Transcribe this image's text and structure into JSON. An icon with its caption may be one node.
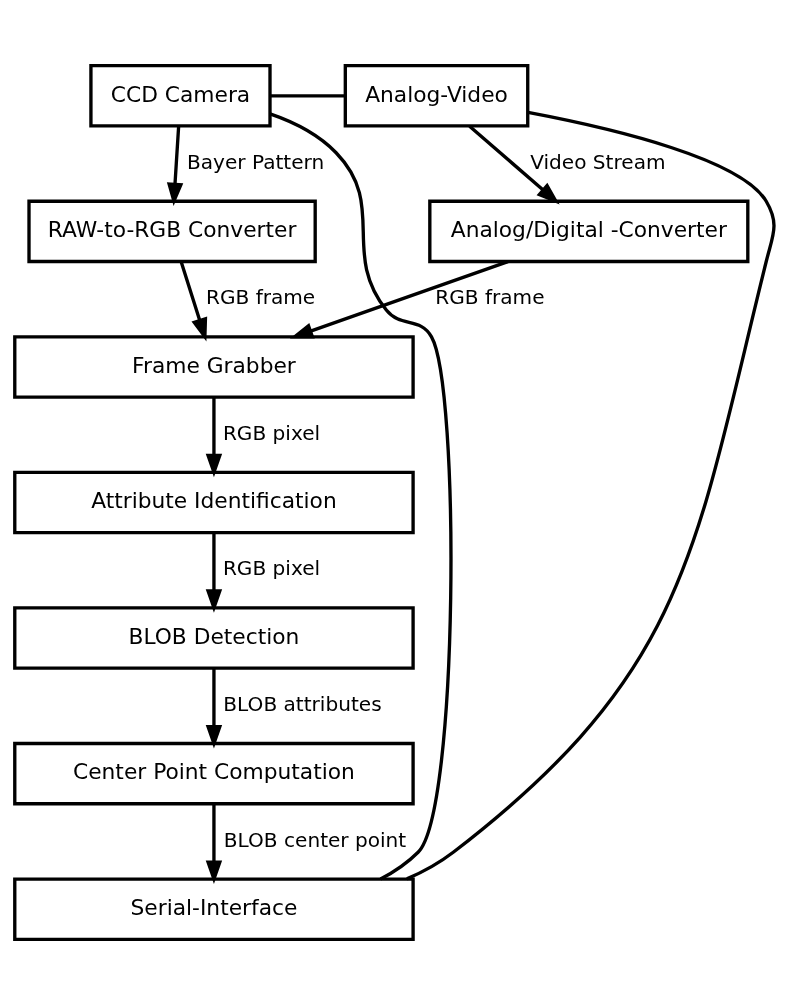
{
  "diagram": {
    "nodes": [
      {
        "text": [
          "CCD Camera"
        ]
      },
      {
        "text": [
          "Analog-Video"
        ]
      },
      {
        "text": [
          "RAW-to-RGB Converter"
        ]
      },
      {
        "text": [
          "Analog/Digital -Converter"
        ]
      },
      {
        "text": [
          "Frame Grabber"
        ]
      },
      {
        "text": [
          "Attribute Identification"
        ]
      },
      {
        "text": [
          "BLOB Detection"
        ]
      },
      {
        "text": [
          "Center Point Computation"
        ]
      },
      {
        "text": [
          "Serial-Interface"
        ]
      }
    ],
    "edges": [
      {
        "from": 0,
        "to": 1,
        "arrow": "none"
      },
      {
        "from": 0,
        "to": 2,
        "arrow": "to",
        "label": "Bayer Pattern"
      },
      {
        "from": 1,
        "to": 3,
        "arrow": "to",
        "label": "Video Stream"
      },
      {
        "from": 2,
        "to": 4,
        "arrow": "to",
        "label": "RGB frame"
      },
      {
        "from": 3,
        "to": 4,
        "arrow": "to",
        "label": "RGB frame"
      },
      {
        "from": 4,
        "to": 5,
        "arrow": "to",
        "label": "RGB pixel"
      },
      {
        "from": 5,
        "to": 6,
        "arrow": "to",
        "label": "RGB pixel"
      },
      {
        "from": 6,
        "to": 7,
        "arrow": "to",
        "label": "BLOB attributes"
      },
      {
        "from": 7,
        "to": 8,
        "arrow": "to",
        "label": "BLOB center point"
      },
      {
        "from": 8,
        "to": 0,
        "arrow": "none"
      },
      {
        "from": 8,
        "to": 1,
        "arrow": "none"
      }
    ]
  }
}
